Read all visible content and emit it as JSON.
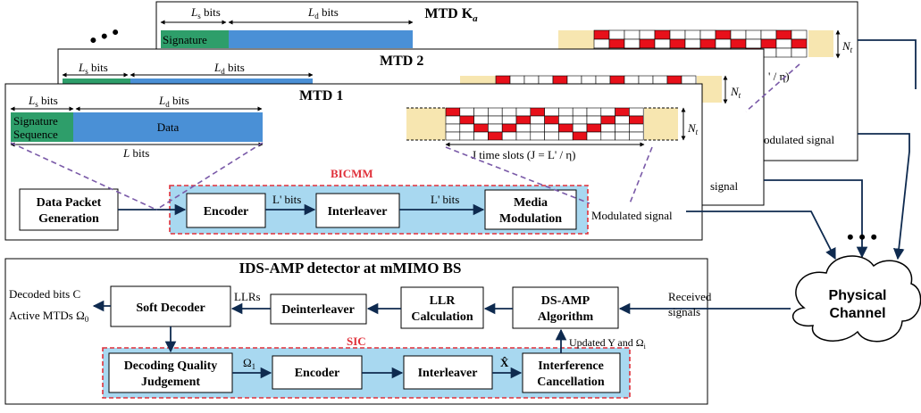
{
  "mtd": {
    "ka_title": "MTD K",
    "ka_title_sub": "a",
    "two_title": "MTD 2",
    "one_title": "MTD 1",
    "ellipsis": "• • •"
  },
  "packet": {
    "ls_label": "L",
    "ls_sub": "s",
    "ld_label": "L",
    "ld_sub": "d",
    "bits_word": " bits",
    "signature": "Signature",
    "signature_line2": "Sequence",
    "data": "Data",
    "total_bits": "L",
    "total_bits_suffix": " bits"
  },
  "signal": {
    "nt_label": "N",
    "nt_sub": "t",
    "time_slots": "J time slots (J = L' / η)",
    "ka_partial_formula": "' / η)",
    "modulated": "Modulated signal",
    "modulated_partial_1": "odulated signal",
    "modulated_partial_2": "signal"
  },
  "bicmm": {
    "title": "BICMM",
    "data_packet_gen": [
      "Data Packet",
      "Generation"
    ],
    "encoder": "Encoder",
    "interleaver": "Interleaver",
    "media_modulation": [
      "Media",
      "Modulation"
    ],
    "lbits": "L' bits"
  },
  "detector": {
    "title": "IDS-AMP detector at mMIMO BS",
    "soft_decoder": "Soft Decoder",
    "deinterleaver": "Deinterleaver",
    "llr_calc": [
      "LLR",
      "Calculation"
    ],
    "ds_amp": [
      "DS-AMP",
      "Algorithm"
    ],
    "decoded_bits": "Decoded bits C",
    "active_mtds": "Active MTDs Ω",
    "active_mtds_sub": "0",
    "llrs": "LLRs",
    "received": [
      "Received",
      "signals"
    ],
    "updated": "Updated Y and Ω",
    "updated_sub": "i"
  },
  "sic": {
    "title": "SIC",
    "quality": [
      "Decoding Quality",
      "Judgement"
    ],
    "encoder": "Encoder",
    "interleaver": "Interleaver",
    "interference": [
      "Interference",
      "Cancellation"
    ],
    "omega": "Ω",
    "omega_sub": "1",
    "xhat": "X̂"
  },
  "channel": {
    "label": [
      "Physical",
      "Channel"
    ],
    "ellipsis": "• • •"
  },
  "colors": {
    "signature_green": "#2e9e6a",
    "data_blue": "#4a90d6",
    "bicmm_fill": "#a8d8f0",
    "dashed_red": "#e0303a",
    "pilot_beige": "#f7e6b0",
    "grid_red": "#e8101a",
    "arrow_navy": "#0e2a4f",
    "dashed_purple": "#7a5aa8"
  }
}
